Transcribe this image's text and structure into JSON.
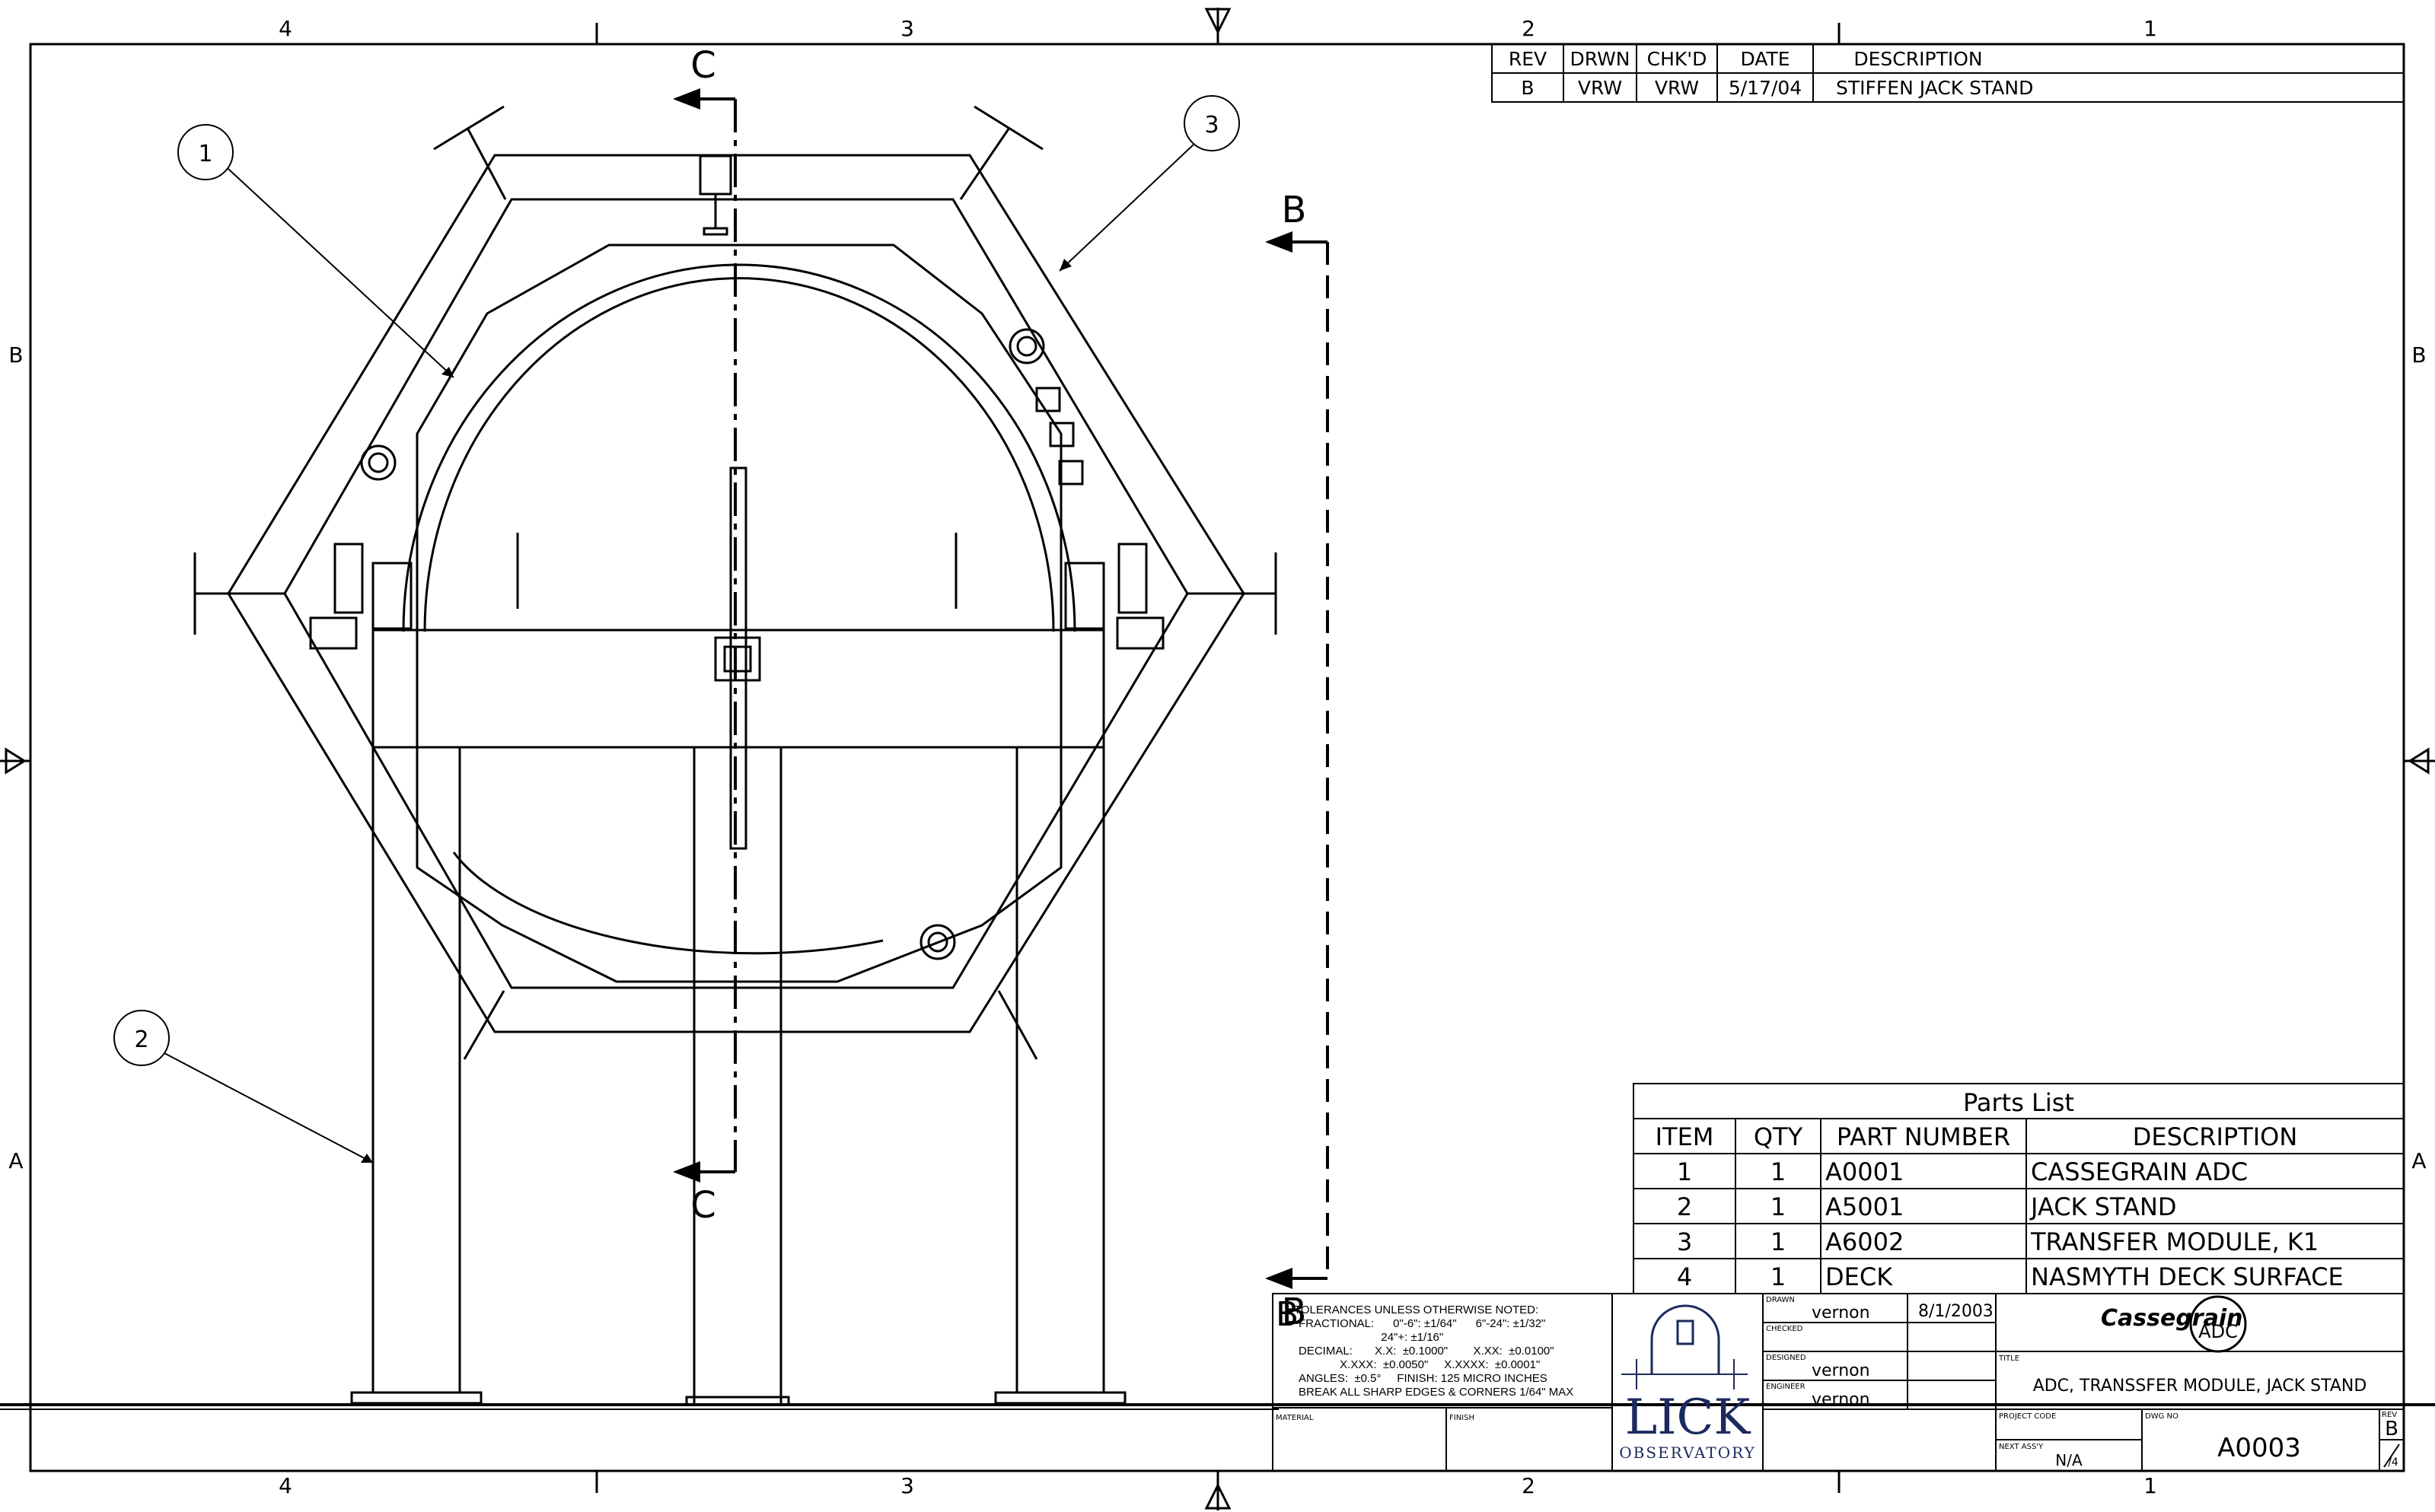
{
  "border": {
    "top_zones": [
      "4",
      "3",
      "2",
      "1"
    ],
    "bottom_zones": [
      "4",
      "3",
      "2",
      "1"
    ],
    "side_zones": [
      "B",
      "A"
    ]
  },
  "revision_block": {
    "headers": [
      "REV",
      "DRWN",
      "CHK'D",
      "DATE",
      "DESCRIPTION"
    ],
    "rows": [
      [
        "B",
        "VRW",
        "VRW",
        "5/17/04",
        "STIFFEN JACK STAND"
      ]
    ]
  },
  "section_marks": {
    "c_top": "C",
    "c_bottom": "C",
    "b_top": "B",
    "b_bottom": "B"
  },
  "balloons": [
    "1",
    "2",
    "3"
  ],
  "parts_list": {
    "title": "Parts List",
    "headers": [
      "ITEM",
      "QTY",
      "PART NUMBER",
      "DESCRIPTION"
    ],
    "rows": [
      [
        "1",
        "1",
        "A0001",
        "CASSEGRAIN ADC"
      ],
      [
        "2",
        "1",
        "A5001",
        "JACK STAND"
      ],
      [
        "3",
        "1",
        "A6002",
        "TRANSFER MODULE, K1"
      ],
      [
        "4",
        "1",
        "DECK",
        "NASMYTH DECK SURFACE"
      ]
    ]
  },
  "tolerances": {
    "lines": [
      "TOLERANCES UNLESS OTHERWISE NOTED:",
      "FRACTIONAL:      0\"-6\": ±1/64\"      6\"-24\": ±1/32\"",
      "                          24\"+: ±1/16\"",
      "DECIMAL:       X.X:  ±0.1000\"        X.XX:  ±0.0100\"",
      "             X.XXX:  ±0.0050\"     X.XXXX:  ±0.0001\"",
      "ANGLES:  ±0.5°     FINISH: 125 MICRO INCHES",
      "BREAK ALL SHARP EDGES & CORNERS 1/64\" MAX"
    ],
    "material_label": "MATERIAL",
    "finish_label": "FINISH"
  },
  "logo": {
    "name": "LICK",
    "sub": "OBSERVATORY"
  },
  "title_block": {
    "drawn_label": "DRAWN",
    "drawn_by": "vernon",
    "drawn_date": "8/1/2003",
    "checked_label": "CHECKED",
    "designed_label": "DESIGNED",
    "designed_by": "vernon",
    "engineer_label": "ENGINEER",
    "engineer": "vernon",
    "project_name": "Cassegrain",
    "project_badge": "ADC",
    "title_label": "TITLE",
    "title": "ADC, TRANSSFER MODULE, JACK STAND",
    "project_code_label": "PROJECT CODE",
    "dwg_no_label": "DWG NO",
    "dwg_no": "A0003",
    "next_assy_label": "NEXT ASS'Y",
    "next_assy": "N/A",
    "rev_label": "REV",
    "rev": "B",
    "sheet": "/4"
  }
}
